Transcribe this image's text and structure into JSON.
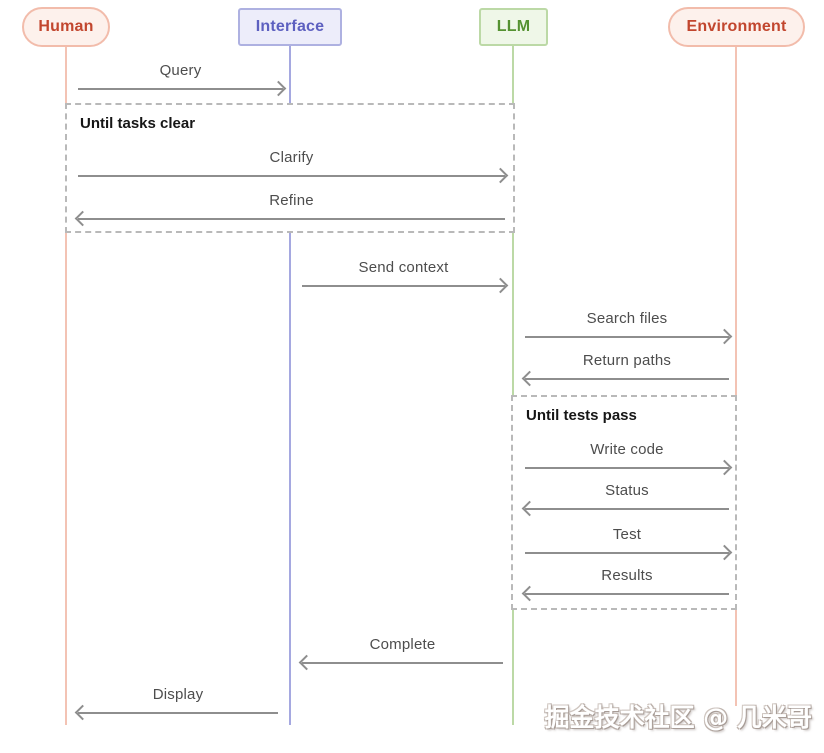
{
  "diagram_type": "sequence-diagram",
  "actors": [
    {
      "label": "Human",
      "shape": "pill",
      "text_color": "#c2462e",
      "fill": "#fdf1ec",
      "border": "#f2bcab"
    },
    {
      "label": "Interface",
      "shape": "rect",
      "text_color": "#5d60c0",
      "fill": "#ededfa",
      "border": "#aeb1e1"
    },
    {
      "label": "LLM",
      "shape": "rect",
      "text_color": "#559231",
      "fill": "#eff7e8",
      "border": "#bcd9a6"
    },
    {
      "label": "Environment",
      "shape": "pill",
      "text_color": "#c2462e",
      "fill": "#fdf1ec",
      "border": "#f2bcab"
    }
  ],
  "loops": [
    {
      "label": "Until tasks clear",
      "spans": [
        "Human",
        "LLM"
      ]
    },
    {
      "label": "Until tests pass",
      "spans": [
        "LLM",
        "Environment"
      ]
    }
  ],
  "messages": [
    {
      "label": "Query",
      "from": "Human",
      "to": "Interface",
      "direction": "right"
    },
    {
      "label": "Clarify",
      "from": "Human",
      "to": "LLM",
      "direction": "right"
    },
    {
      "label": "Refine",
      "from": "LLM",
      "to": "Human",
      "direction": "left"
    },
    {
      "label": "Send context",
      "from": "Interface",
      "to": "LLM",
      "direction": "right"
    },
    {
      "label": "Search files",
      "from": "LLM",
      "to": "Environment",
      "direction": "right"
    },
    {
      "label": "Return paths",
      "from": "Environment",
      "to": "LLM",
      "direction": "left"
    },
    {
      "label": "Write code",
      "from": "LLM",
      "to": "Environment",
      "direction": "right"
    },
    {
      "label": "Status",
      "from": "Environment",
      "to": "LLM",
      "direction": "left"
    },
    {
      "label": "Test",
      "from": "LLM",
      "to": "Environment",
      "direction": "right"
    },
    {
      "label": "Results",
      "from": "Environment",
      "to": "LLM",
      "direction": "left"
    },
    {
      "label": "Complete",
      "from": "LLM",
      "to": "Interface",
      "direction": "left"
    },
    {
      "label": "Display",
      "from": "Interface",
      "to": "Human",
      "direction": "left"
    }
  ],
  "watermark": {
    "text": "掘金技术社区 @ 几米哥"
  },
  "icons": {
    "arrowhead_right": "open-chevron-right",
    "arrowhead_left": "open-chevron-left"
  },
  "colors": {
    "arrow": "#8e8e8e",
    "message_label": "#4d4d4d",
    "loop_border": "#b9b9b9",
    "loop_label": "#161616",
    "lifeline_salmon": "#f3c3b4",
    "lifeline_purple": "#a5a8e0",
    "lifeline_green": "#bcd9a6",
    "background": "#ffffff"
  }
}
